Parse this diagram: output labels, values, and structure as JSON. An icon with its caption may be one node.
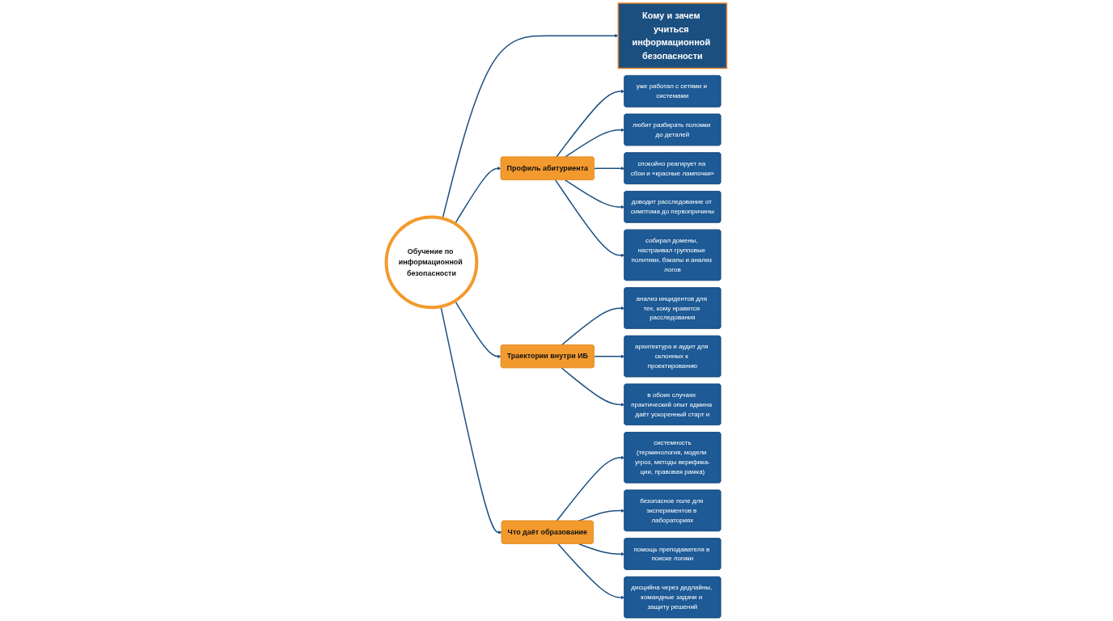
{
  "diagram": {
    "nodes": [
      {
        "text": [
          "Кому и зачем учиться информационной безопасности"
        ]
      },
      {
        "text": [
          "Обучение по информационной безопасности"
        ]
      },
      {
        "text": [
          "Профиль абитуриента"
        ]
      },
      {
        "text": [
          "уже работал с сетями и системами"
        ]
      },
      {
        "text": [
          "любит разбирать поломки до деталей"
        ]
      },
      {
        "text": [
          "спокойно реагирует на сбои и «красные лампочки»"
        ]
      },
      {
        "text": [
          "доводит расследование от симптома до первопричины"
        ]
      },
      {
        "text": [
          "собирал домены, настраивал групповые политики, бэкапы и анализ логов"
        ]
      },
      {
        "text": [
          "Траектории внутри ИБ"
        ]
      },
      {
        "text": [
          "анализ инцидентов для тех, кому нравятся расследования"
        ]
      },
      {
        "text": [
          "архитектура и аудит для склонных к проектированию"
        ]
      },
      {
        "text": [
          "в обоих случаях практический опыт админа даёт ускоренный старт и"
        ]
      },
      {
        "text": [
          "Что даёт образование"
        ]
      },
      {
        "text": [
          "системность",
          "(терминология, модели угроз, методы верифика-ции, правовая рамка)"
        ]
      },
      {
        "text": [
          "безопасное поле для экспериментов в лабораториях"
        ]
      },
      {
        "text": [
          "помощь преподавателя в поиске логики"
        ]
      },
      {
        "text": [
          "дисцийна через дедлайны, командные задачи и защиту решений"
        ]
      }
    ],
    "edges": [
      {
        "from": 1,
        "to": 0,
        "arrow": "to"
      },
      {
        "from": 1,
        "to": 2,
        "arrow": "to"
      },
      {
        "from": 1,
        "to": 8,
        "arrow": "to"
      },
      {
        "from": 1,
        "to": 12,
        "arrow": "to"
      },
      {
        "from": 2,
        "to": 3,
        "arrow": "to"
      },
      {
        "from": 2,
        "to": 4,
        "arrow": "to"
      },
      {
        "from": 2,
        "to": 5,
        "arrow": "to"
      },
      {
        "from": 2,
        "to": 6,
        "arrow": "to"
      },
      {
        "from": 2,
        "to": 7,
        "arrow": "to"
      },
      {
        "from": 8,
        "to": 9,
        "arrow": "to"
      },
      {
        "from": 8,
        "to": 10,
        "arrow": "to"
      },
      {
        "from": 8,
        "to": 11,
        "arrow": "to"
      },
      {
        "from": 12,
        "to": 13,
        "arrow": "to"
      },
      {
        "from": 12,
        "to": 14,
        "arrow": "to"
      },
      {
        "from": 12,
        "to": 15,
        "arrow": "to"
      },
      {
        "from": 12,
        "to": 16,
        "arrow": "to"
      }
    ]
  }
}
